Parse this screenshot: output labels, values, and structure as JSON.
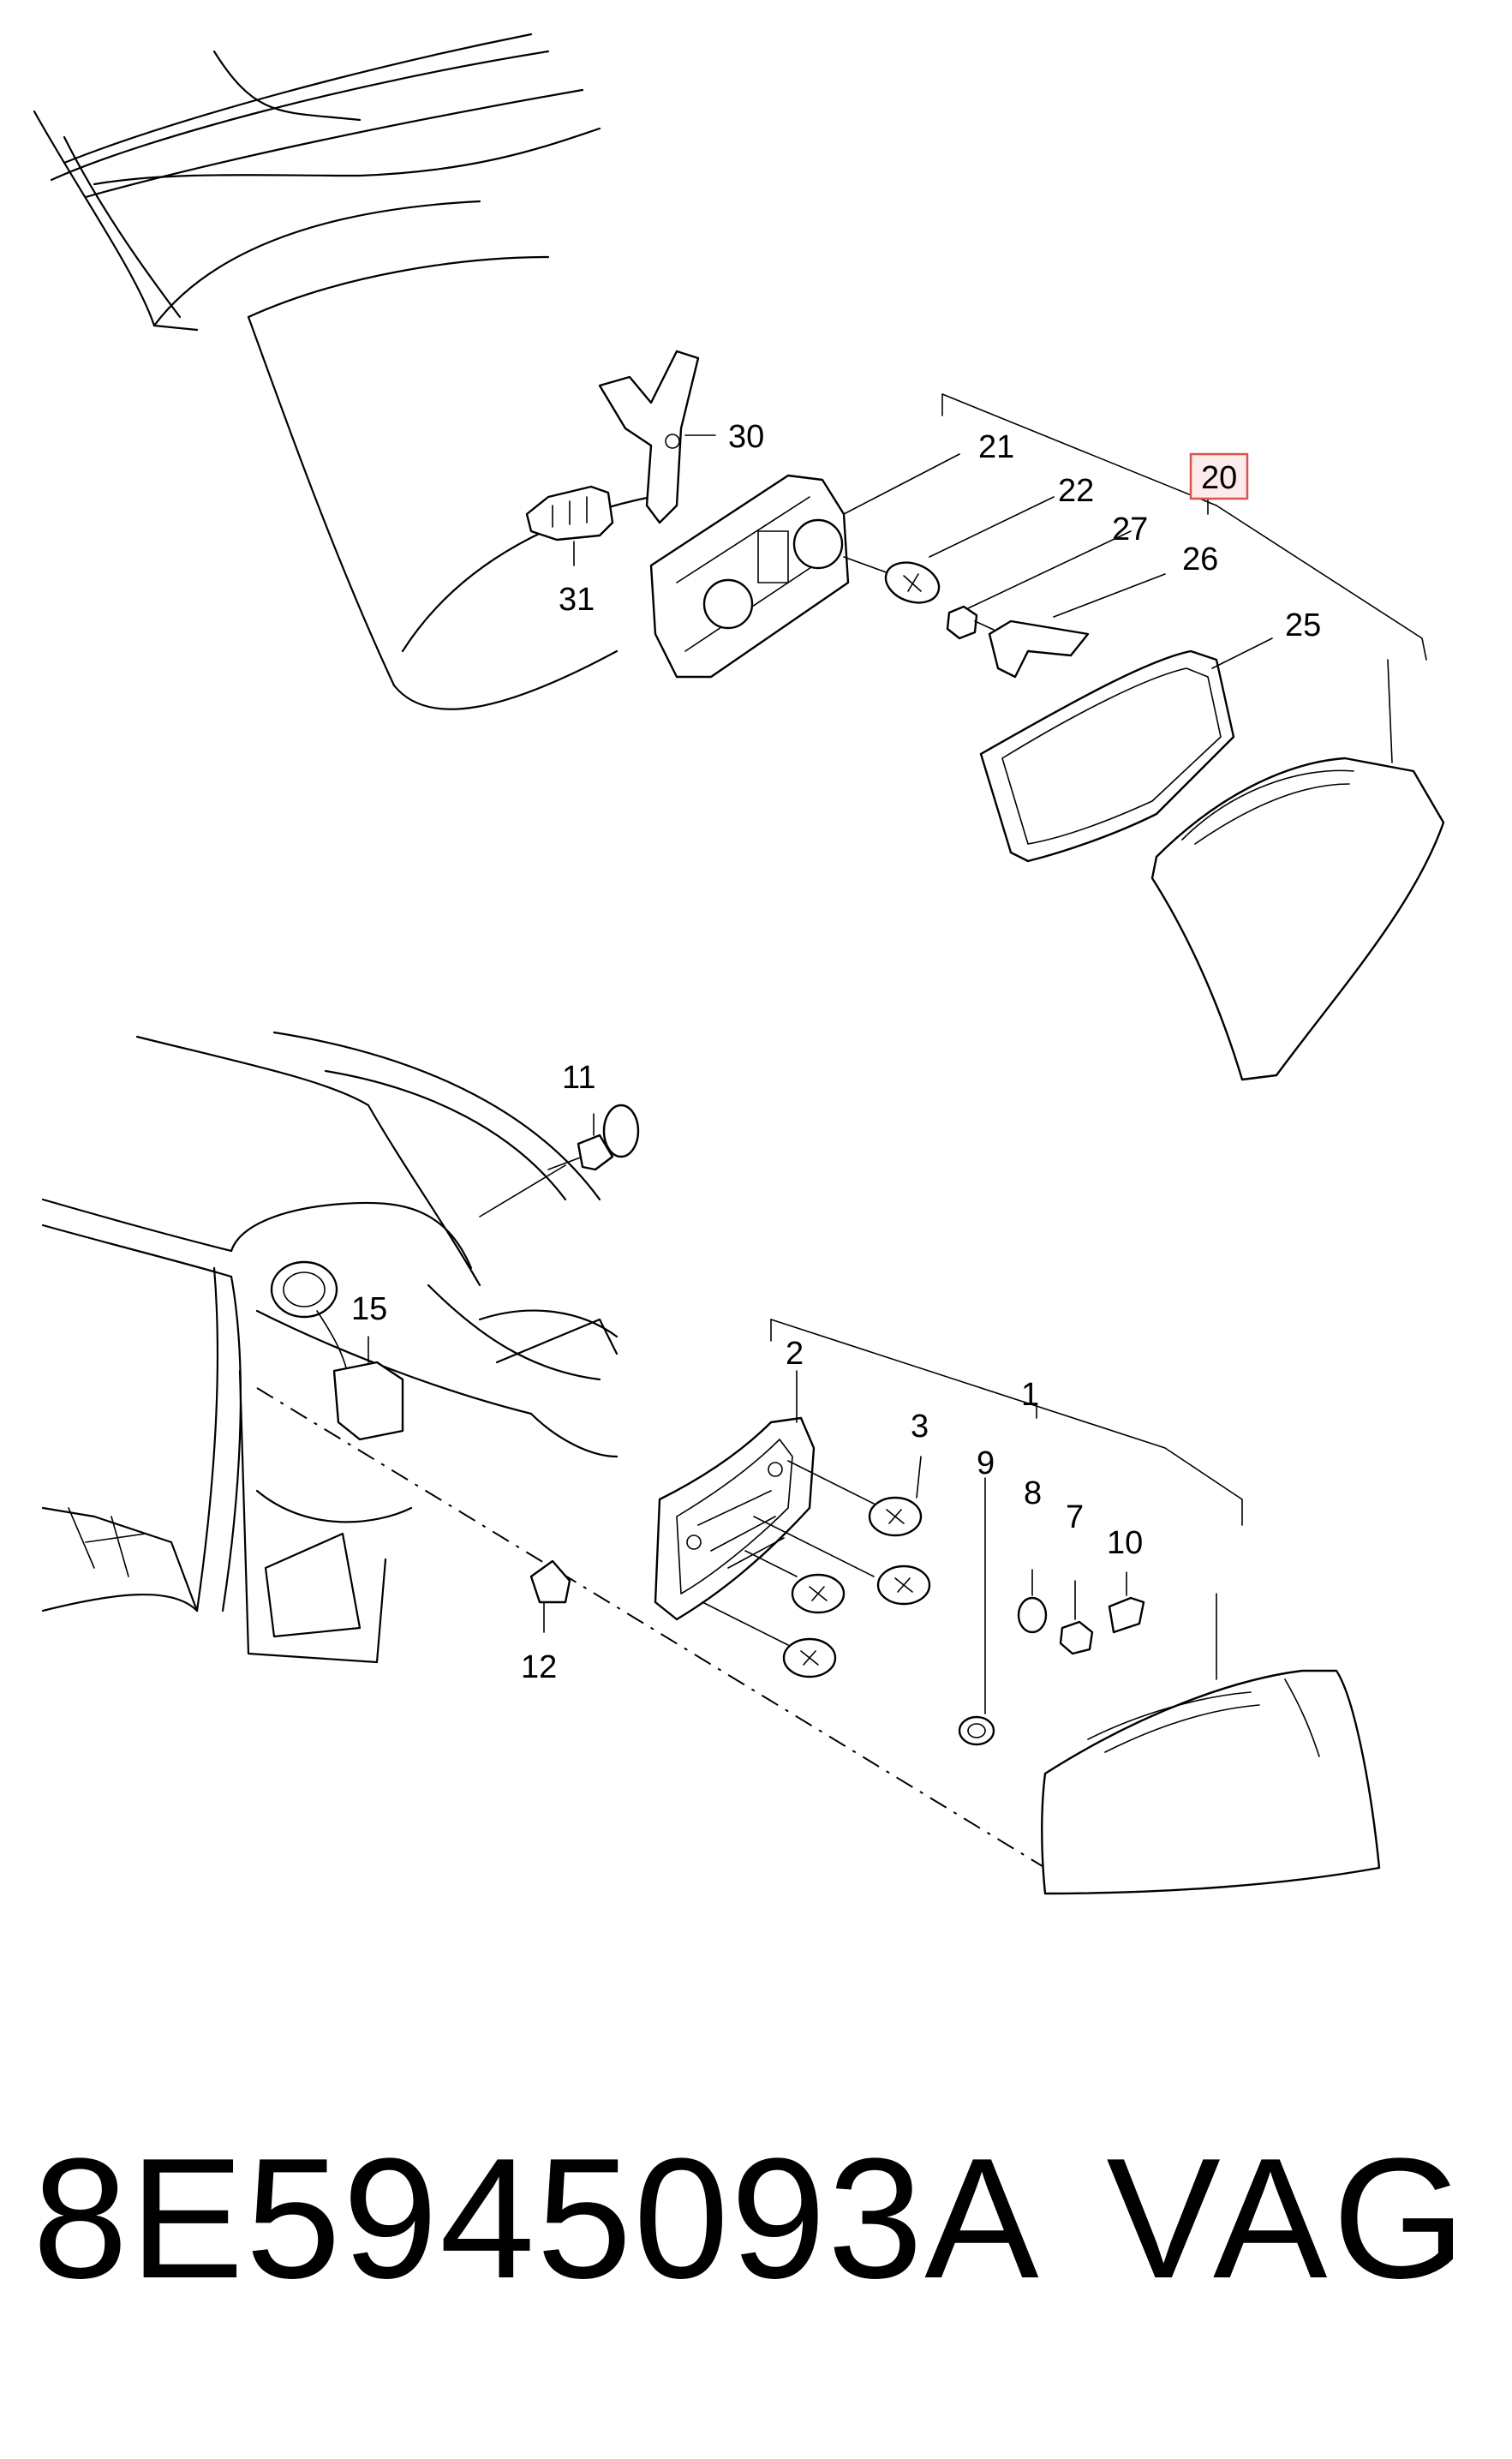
{
  "diagram": {
    "callouts": {
      "n1": "1",
      "n2": "2",
      "n3": "3",
      "n7": "7",
      "n8": "8",
      "n9": "9",
      "n10": "10",
      "n11": "11",
      "n12": "12",
      "n15": "15",
      "n20": "20",
      "n21": "21",
      "n22": "22",
      "n25": "25",
      "n26": "26",
      "n27": "27",
      "n30": "30",
      "n31": "31"
    },
    "highlight_color": "#d9534f"
  },
  "footer": {
    "part_number": "8E5945093A",
    "brand": "VAG"
  }
}
